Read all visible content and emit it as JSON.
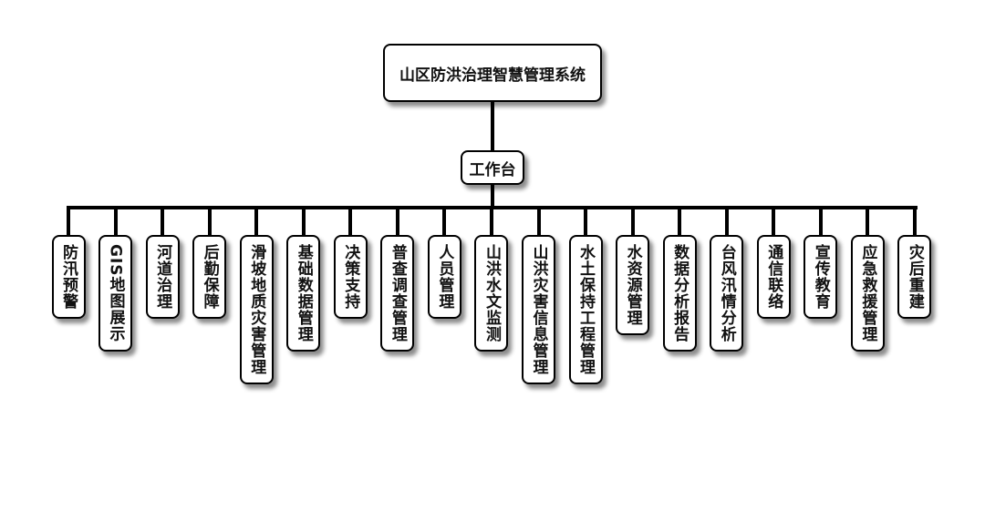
{
  "root": {
    "label": "山区防洪治理智慧管理系统"
  },
  "hub": {
    "label": "工作台"
  },
  "modules": [
    {
      "label": "防汛预警"
    },
    {
      "label": "GIS地图展示"
    },
    {
      "label": "河道治理"
    },
    {
      "label": "后勤保障"
    },
    {
      "label": "滑坡地质灾害管理"
    },
    {
      "label": "基础数据管理"
    },
    {
      "label": "决策支持"
    },
    {
      "label": "普查调查管理"
    },
    {
      "label": "人员管理"
    },
    {
      "label": "山洪水文监测"
    },
    {
      "label": "山洪灾害信息管理"
    },
    {
      "label": "水土保持工程管理"
    },
    {
      "label": "水资源管理"
    },
    {
      "label": "数据分析报告"
    },
    {
      "label": "台风汛情分析"
    },
    {
      "label": "通信联络"
    },
    {
      "label": "宣传教育"
    },
    {
      "label": "应急救援管理"
    },
    {
      "label": "灾后重建"
    }
  ]
}
